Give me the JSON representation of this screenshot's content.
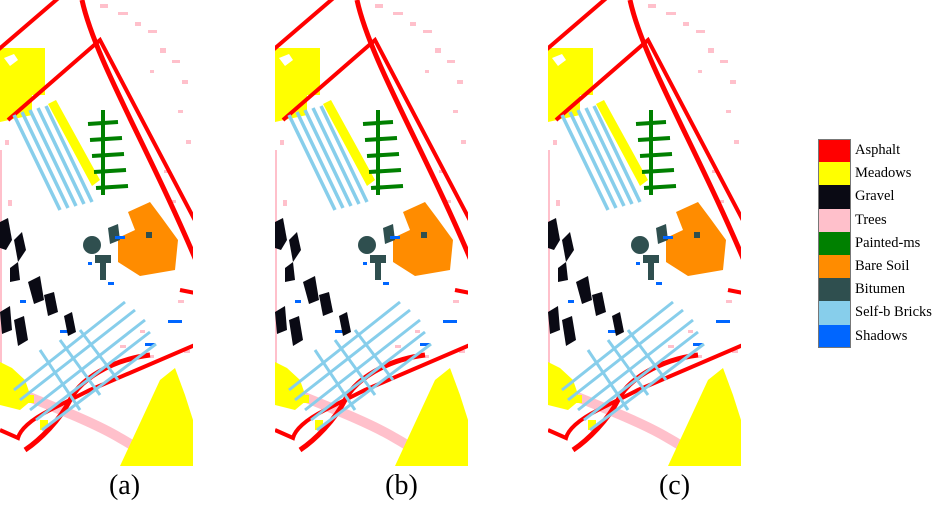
{
  "panels": [
    {
      "caption": "(a)"
    },
    {
      "caption": "(b)"
    },
    {
      "caption": "(c)"
    }
  ],
  "legend": {
    "items": [
      {
        "label": "Asphalt",
        "color": "#FF0000"
      },
      {
        "label": "Meadows",
        "color": "#FFFF00"
      },
      {
        "label": "Gravel",
        "color": "#0A0A14"
      },
      {
        "label": "Trees",
        "color": "#FFC0CB"
      },
      {
        "label": "Painted-ms",
        "color": "#008000"
      },
      {
        "label": "Bare Soil",
        "color": "#FF8C00"
      },
      {
        "label": "Bitumen",
        "color": "#2F4F4F"
      },
      {
        "label": "Self-b Bricks",
        "color": "#87CEEB"
      },
      {
        "label": "Shadows",
        "color": "#0066FF"
      }
    ]
  }
}
